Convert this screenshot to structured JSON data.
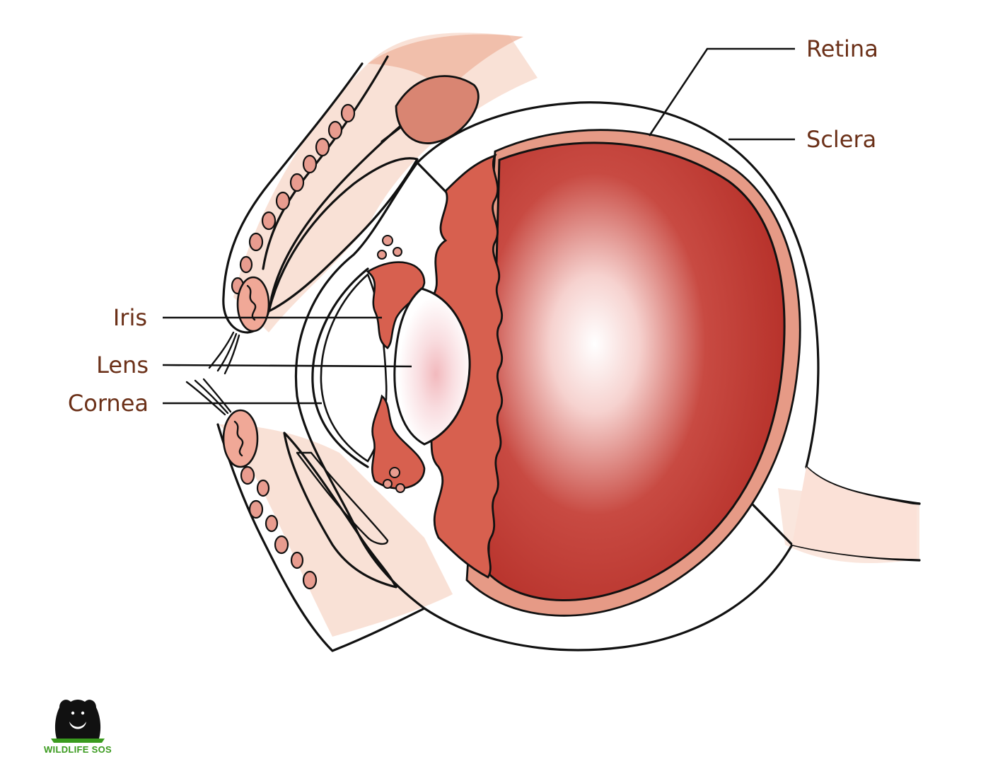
{
  "labels": {
    "retina": "Retina",
    "sclera": "Sclera",
    "iris": "Iris",
    "lens": "Lens",
    "cornea": "Cornea"
  },
  "logo": {
    "text": "WILDLIFE SOS"
  },
  "colors": {
    "skin": "#f7d9cc",
    "skin_dark": "#eeb29a",
    "sclera": "#fbe1d7",
    "choroid": "#d9695a",
    "vitreous": "#b8322b",
    "iris": "#d7604f",
    "label_text": "#6b3018",
    "logo_green": "#3a9a1e"
  }
}
